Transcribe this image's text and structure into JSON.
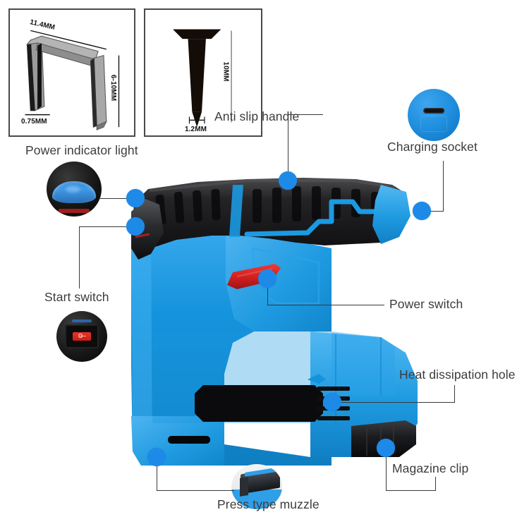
{
  "page": {
    "title": "Cordless electric nail gun / stapler feature diagram",
    "background_color": "#ffffff",
    "accent_blue": "#1e8ae8",
    "body_blue": "#1493dc",
    "trigger_red": "#d4252a",
    "label_color": "#3c3c3c"
  },
  "spec_boxes": [
    {
      "name": "staple",
      "dims": {
        "width": "11.4MM",
        "height": "6-10MM",
        "thickness": "0.75MM"
      }
    },
    {
      "name": "nail",
      "dims": {
        "length": "10MM",
        "diameter": "1.2MM"
      }
    }
  ],
  "callouts": [
    {
      "id": "power-indicator-light",
      "label": "Power indicator light",
      "has_inset": true
    },
    {
      "id": "anti-slip-handle",
      "label": "Anti slip handle",
      "has_inset": false
    },
    {
      "id": "charging-socket",
      "label": "Charging socket",
      "has_inset": true
    },
    {
      "id": "start-switch",
      "label": "Start switch",
      "has_inset": true
    },
    {
      "id": "power-switch",
      "label": "Power switch",
      "has_inset": false
    },
    {
      "id": "heat-dissipation-hole",
      "label": "Heat dissipation hole",
      "has_inset": false
    },
    {
      "id": "magazine-clip",
      "label": "Magazine clip",
      "has_inset": false
    },
    {
      "id": "press-type-muzzle",
      "label": "Press type muzzle",
      "has_inset": true
    }
  ]
}
